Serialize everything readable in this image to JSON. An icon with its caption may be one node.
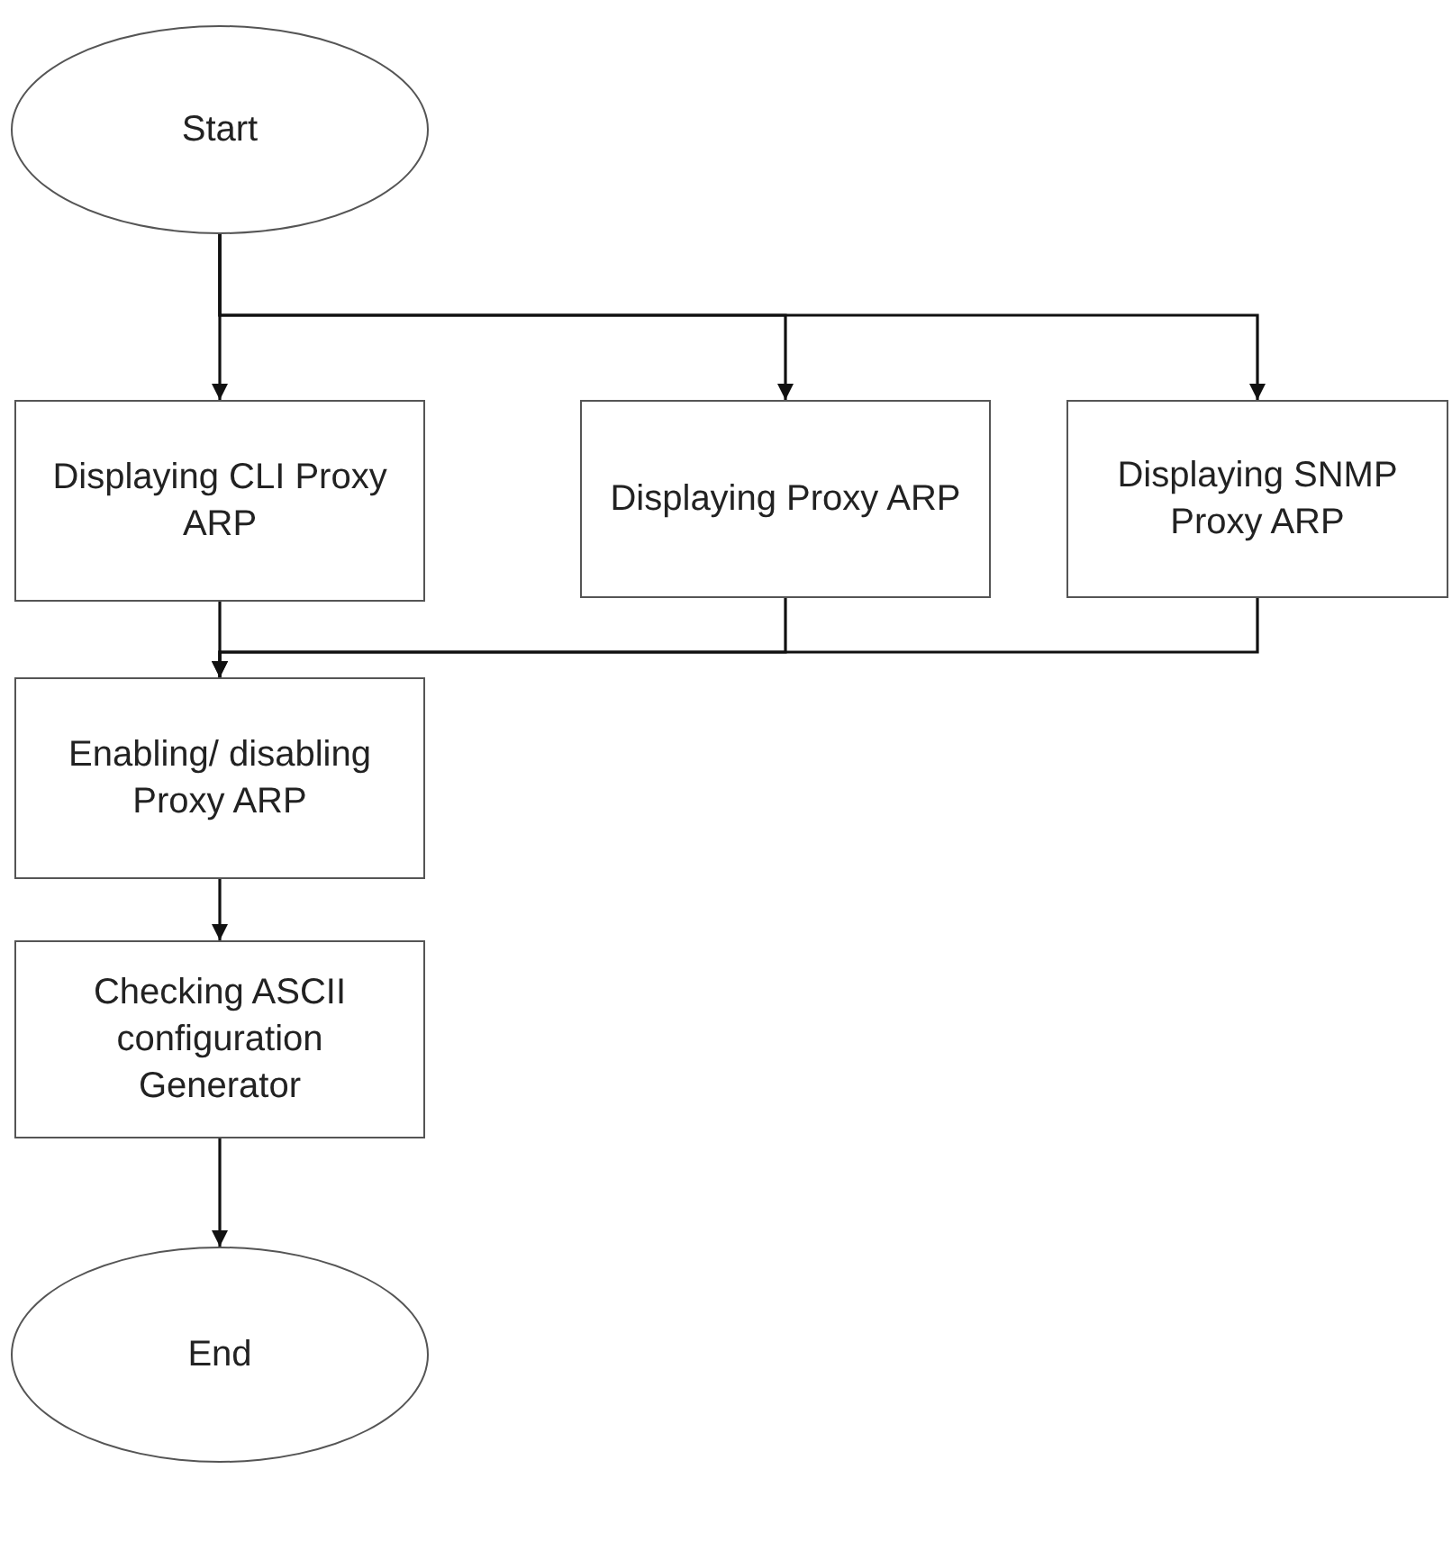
{
  "diagram": {
    "nodes": [
      {
        "text": [
          "Start"
        ]
      },
      {
        "text": [
          "Displaying CLI Proxy ARP"
        ]
      },
      {
        "text": [
          "Displaying Proxy ARP"
        ]
      },
      {
        "text": [
          "Displaying SNMP Proxy ARP"
        ]
      },
      {
        "text": [
          "Enabling/ disabling Proxy ARP"
        ]
      },
      {
        "text": [
          "Checking ASCII configuration Generator"
        ]
      },
      {
        "text": [
          "End"
        ]
      }
    ],
    "edges": [
      {
        "from": 0,
        "to": 1,
        "arrow": "to"
      },
      {
        "from": 0,
        "to": 2,
        "arrow": "to"
      },
      {
        "from": 0,
        "to": 3,
        "arrow": "to"
      },
      {
        "from": 1,
        "to": 4,
        "arrow": "to"
      },
      {
        "from": 2,
        "to": 4,
        "arrow": "to"
      },
      {
        "from": 3,
        "to": 4,
        "arrow": "to"
      },
      {
        "from": 4,
        "to": 5,
        "arrow": "to"
      },
      {
        "from": 5,
        "to": 6,
        "arrow": "to"
      }
    ]
  }
}
